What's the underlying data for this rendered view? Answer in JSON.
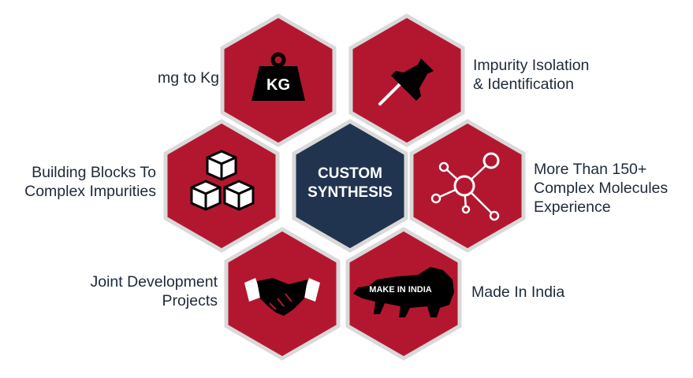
{
  "colors": {
    "hex": "#b3172f",
    "hex_edge": "#d9d9d9",
    "center": "#21344f",
    "icon": "#000000",
    "text": "#1e2a3a"
  },
  "center": {
    "line1": "CUSTOM",
    "line2": "SYNTHESIS"
  },
  "items": [
    {
      "key": "scale",
      "icon": "kg-weight-icon",
      "icon_text": "KG",
      "lines": [
        "mg to Kg"
      ]
    },
    {
      "key": "impurity",
      "icon": "push-pin-icon",
      "lines": [
        "Impurity Isolation",
        "& Identification"
      ]
    },
    {
      "key": "blocks",
      "icon": "cubes-icon",
      "lines": [
        "Building Blocks To",
        "Complex Impurities"
      ]
    },
    {
      "key": "molecules",
      "icon": "molecule-icon",
      "lines": [
        "More Than 150+",
        "Complex Molecules",
        "Experience"
      ]
    },
    {
      "key": "joint",
      "icon": "handshake-icon",
      "lines": [
        "Joint Development",
        "Projects"
      ]
    },
    {
      "key": "india",
      "icon": "make-in-india-lion-icon",
      "icon_text": "MAKE IN INDIA",
      "lines": [
        "Made In India"
      ]
    }
  ]
}
